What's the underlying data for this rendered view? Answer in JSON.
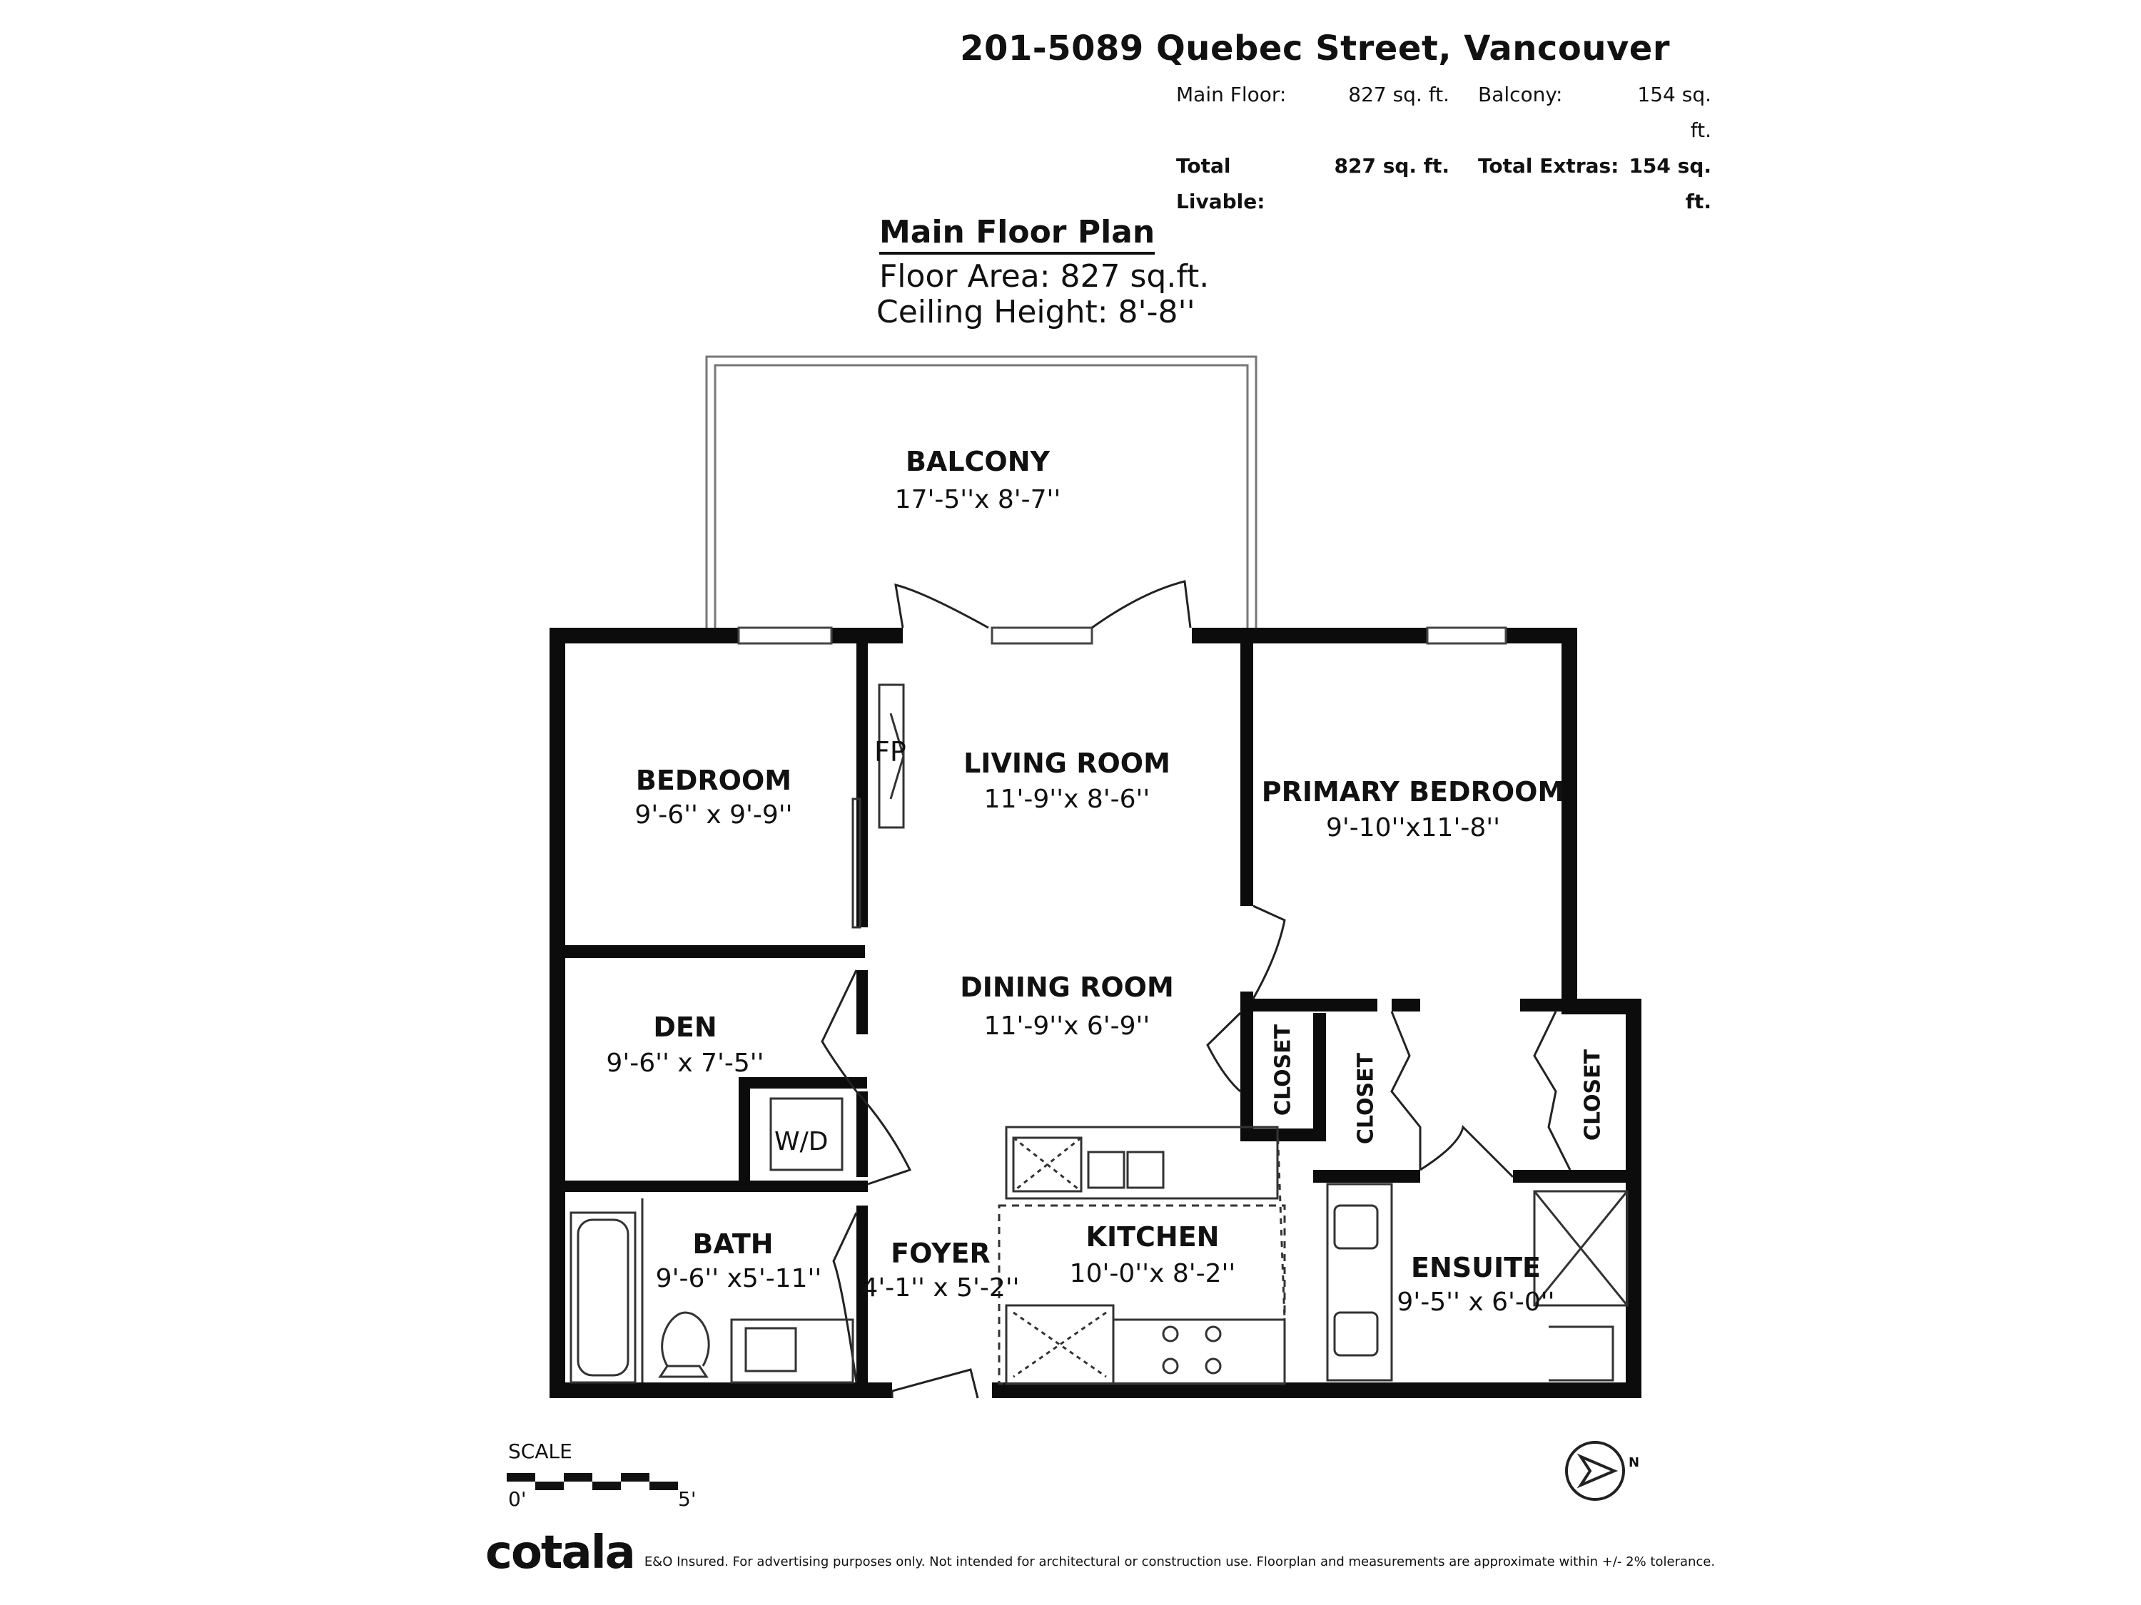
{
  "header": {
    "address": "201-5089 Quebec Street, Vancouver",
    "main_floor_label": "Main Floor:",
    "main_floor_value": "827 sq. ft.",
    "balcony_label": "Balcony:",
    "balcony_value": "154 sq. ft.",
    "total_livable_label": "Total Livable:",
    "total_livable_value": "827 sq. ft.",
    "total_extras_label": "Total Extras:",
    "total_extras_value": "154 sq. ft."
  },
  "plan": {
    "title": "Main Floor Plan",
    "floor_area": "Floor Area: 827 sq.ft.",
    "ceiling_height": "Ceiling Height: 8'-8''"
  },
  "rooms": {
    "balcony": {
      "name": "BALCONY",
      "dims": "17'-5''x 8'-7''"
    },
    "bedroom": {
      "name": "BEDROOM",
      "dims": "9'-6'' x 9'-9''"
    },
    "living_room": {
      "name": "LIVING ROOM",
      "dims": "11'-9''x 8'-6''"
    },
    "primary_bedroom": {
      "name": "PRIMARY BEDROOM",
      "dims": "9'-10''x11'-8''"
    },
    "dining_room": {
      "name": "DINING ROOM",
      "dims": "11'-9''x 6'-9''"
    },
    "den": {
      "name": "DEN",
      "dims": "9'-6'' x 7'-5''"
    },
    "bath": {
      "name": "BATH",
      "dims": "9'-6'' x5'-11''"
    },
    "foyer": {
      "name": "FOYER",
      "dims": "4'-1'' x 5'-2''"
    },
    "kitchen": {
      "name": "KITCHEN",
      "dims": "10'-0''x 8'-2''"
    },
    "ensuite": {
      "name": "ENSUITE",
      "dims": "9'-5'' x 6'-0''"
    }
  },
  "labels": {
    "fireplace": "FP",
    "washer_dryer": "W/D",
    "closet": "CLOSET",
    "compass_n": "N"
  },
  "scale": {
    "label": "SCALE",
    "start": "0'",
    "end": "5'"
  },
  "footer": {
    "brand": "cotala",
    "disclaimer": "E&O Insured. For advertising purposes only. Not intended for architectural or construction use. Floorplan and measurements are approximate within +/- 2% tolerance."
  }
}
